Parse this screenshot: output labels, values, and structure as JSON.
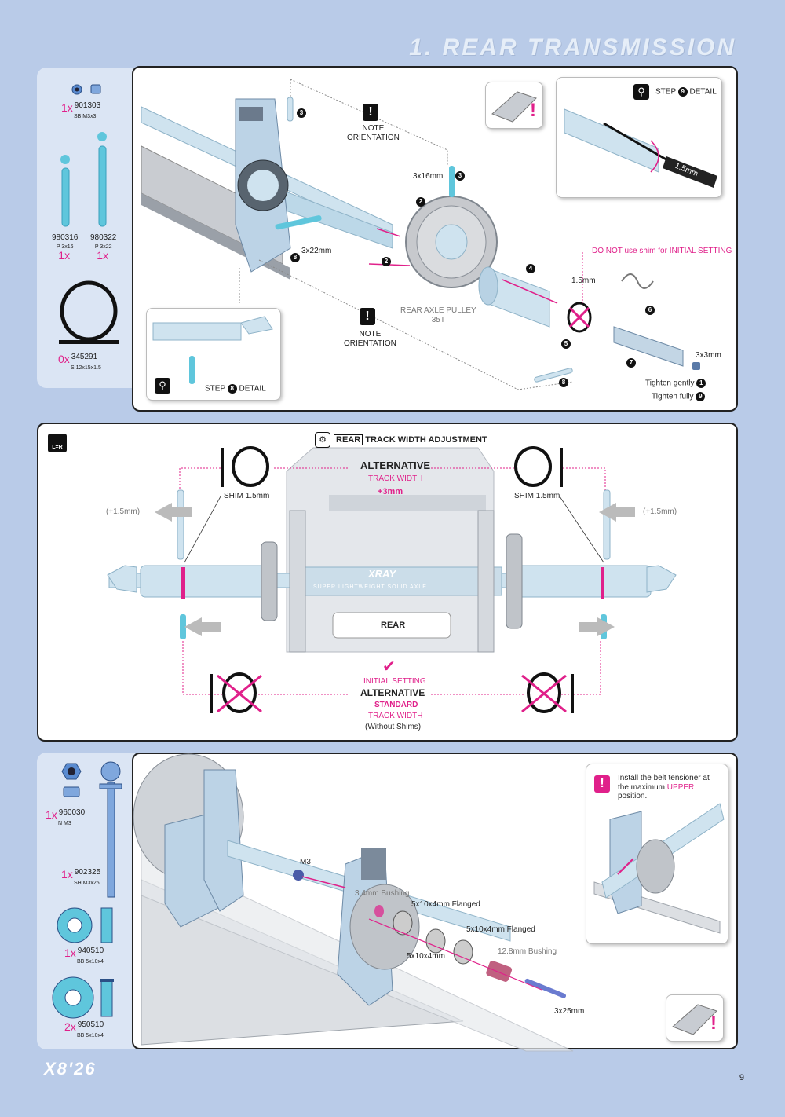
{
  "header": {
    "title": "1. REAR TRANSMISSION"
  },
  "section1": {
    "parts": [
      {
        "qty": "1x",
        "code": "901303",
        "desc": "SB M3x3"
      },
      {
        "qty": "1x",
        "code": "980316",
        "desc": "P 3x16"
      },
      {
        "qty": "1x",
        "code": "980322",
        "desc": "P 3x22"
      },
      {
        "qty": "0x",
        "code": "345291",
        "desc": "S 12x15x1.5"
      }
    ],
    "note_orientation": "NOTE\nORIENTATION",
    "labels": {
      "pin_3x16": "3x16mm",
      "pin_3x22": "3x22mm",
      "pulley": "REAR AXLE PULLEY\n35T",
      "shim_1_5": "1.5mm",
      "do_not_shim": "DO NOT use shim for INITIAL SETTING",
      "screw_3x3": "3x3mm",
      "tighten_gently": "Tighten gently",
      "tighten_fully": "Tighten fully"
    },
    "step9_detail": {
      "title": "STEP",
      "num": "9",
      "suffix": "DETAIL",
      "tool": "1.5mm"
    },
    "step8_detail": {
      "title": "STEP",
      "num": "8",
      "suffix": "DETAIL"
    },
    "step_numbers": [
      "1",
      "2",
      "3",
      "4",
      "5",
      "6",
      "7",
      "8",
      "9"
    ]
  },
  "section2": {
    "title_brand": "REAR",
    "title": "TRACK WIDTH ADJUSTMENT",
    "lr_badge": "L=R",
    "alternative": "ALTERNATIVE",
    "track_width": "TRACK WIDTH",
    "plus3": "+3mm",
    "shim_left": "SHIM 1.5mm",
    "shim_right": "SHIM 1.5mm",
    "plus_left": "(+1.5mm)",
    "plus_right": "(+1.5mm)",
    "axle_brand": "XRAY",
    "axle_sub": "SUPER LIGHTWEIGHT SOLID AXLE",
    "bulkhead_label": "REAR",
    "initial_setting": "INITIAL SETTING",
    "alternative2": "ALTERNATIVE",
    "standard": "STANDARD",
    "track_width2": "TRACK WIDTH",
    "without_shims": "(Without Shims)"
  },
  "section3": {
    "parts": [
      {
        "qty": "1x",
        "code": "960030",
        "desc": "N M3"
      },
      {
        "qty": "1x",
        "code": "902325",
        "desc": "SH M3x25"
      },
      {
        "qty": "1x",
        "code": "940510",
        "desc": "BB 5x10x4"
      },
      {
        "qty": "2x",
        "code": "950510",
        "desc": "BB 5x10x4"
      }
    ],
    "tensioner_note_a": "Install the belt tensioner at the maximum ",
    "tensioner_note_b": "UPPER",
    "tensioner_note_c": " position.",
    "labels": {
      "m3": "M3",
      "bushing_34": "3.4mm Bushing",
      "flanged_1": "5x10x4mm Flanged",
      "flanged_2": "5x10x4mm Flanged",
      "bearing": "5x10x4mm",
      "bushing_128": "12.8mm Bushing",
      "screw_3x25": "3x25mm"
    }
  },
  "footer": {
    "logo": "X8'26",
    "page": "9"
  }
}
